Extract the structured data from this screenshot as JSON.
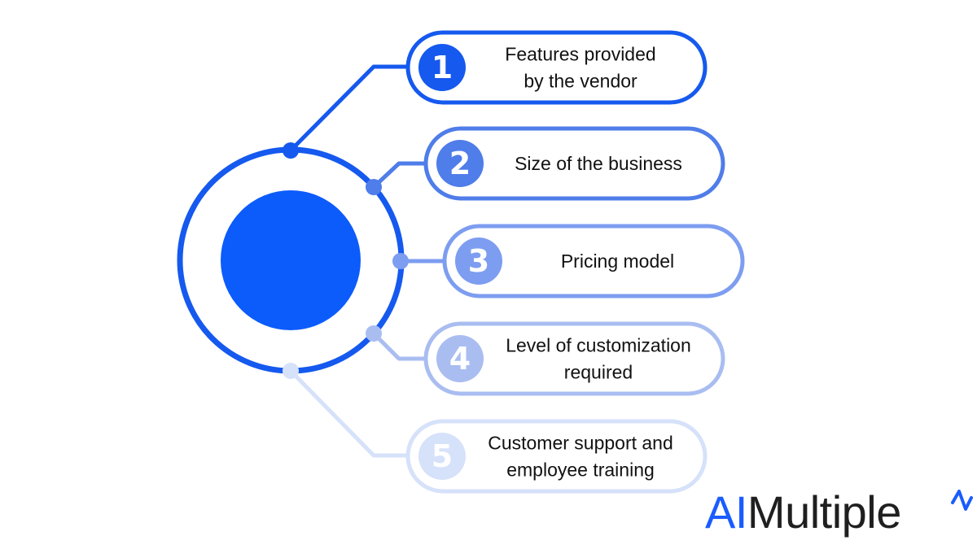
{
  "items": [
    {
      "number": "1",
      "lines": [
        "Features provided",
        "by the vendor"
      ],
      "color": "#1559ee"
    },
    {
      "number": "2",
      "lines": [
        "Size of the business"
      ],
      "color": "#4f7de9"
    },
    {
      "number": "3",
      "lines": [
        "Pricing model"
      ],
      "color": "#7d9df0"
    },
    {
      "number": "4",
      "lines": [
        "Level of customization",
        "required"
      ],
      "color": "#a9bdf1"
    },
    {
      "number": "5",
      "lines": [
        "Customer support and",
        "employee training"
      ],
      "color": "#d6e1fa"
    }
  ],
  "hub": {
    "ring_color": "#1559ee",
    "core_color": "#0c5cfb"
  },
  "logo": {
    "brand_part": "AI",
    "rest_part": "Multiple",
    "brand_color": "#1a5cff"
  }
}
